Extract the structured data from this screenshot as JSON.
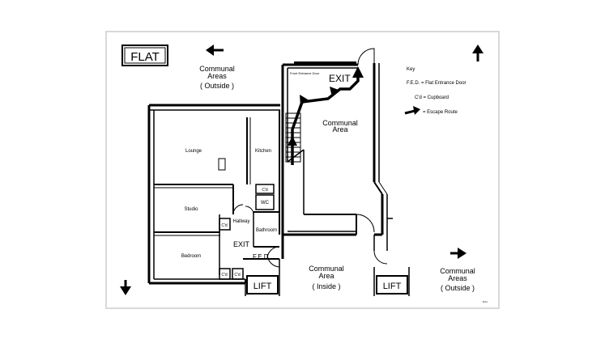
{
  "title": "FLAT",
  "areas": {
    "communal_outside_top": {
      "line1": "Communal",
      "line2": "Areas",
      "line3": "( Outside )"
    },
    "communal_outside_bottom": {
      "line1": "Communal",
      "line2": "Areas",
      "line3": "( Outside )"
    },
    "communal_inside": {
      "line1": "Communal",
      "line2": "Area",
      "line3": "( Inside )"
    },
    "communal_area": {
      "line1": "Communal",
      "line2": "Area"
    }
  },
  "rooms": {
    "lounge": "Lounge",
    "kitchen": "Kitchen",
    "studio": "Studio",
    "bedroom": "Bedroom",
    "hallway": "Hallway",
    "bathroom": "Bathroom",
    "wc": "WC",
    "cd": "C'd"
  },
  "labels": {
    "exit_main": "EXIT",
    "exit_flat": "EXIT",
    "fed": "F.E.D.",
    "front_entrance_door": "Front Entrance Door",
    "lift_left": "LIFT",
    "lift_right": "LIFT",
    "footer_code": "Drht"
  },
  "key": {
    "title": "Key",
    "fed_def": "F.E.D. = Flat Entrance Door",
    "cd_def": "C'd = Cupboard",
    "escape_def": "= Escape Route"
  },
  "colors": {
    "ink": "#000000",
    "frame": "#d9d9d9",
    "paper": "#ffffff",
    "muted": "#555555"
  },
  "icons": [
    "arrow-left-icon",
    "arrow-up-icon",
    "arrow-down-icon",
    "arrow-right-icon",
    "escape-route-arrow-icon",
    "stairs-icon"
  ]
}
